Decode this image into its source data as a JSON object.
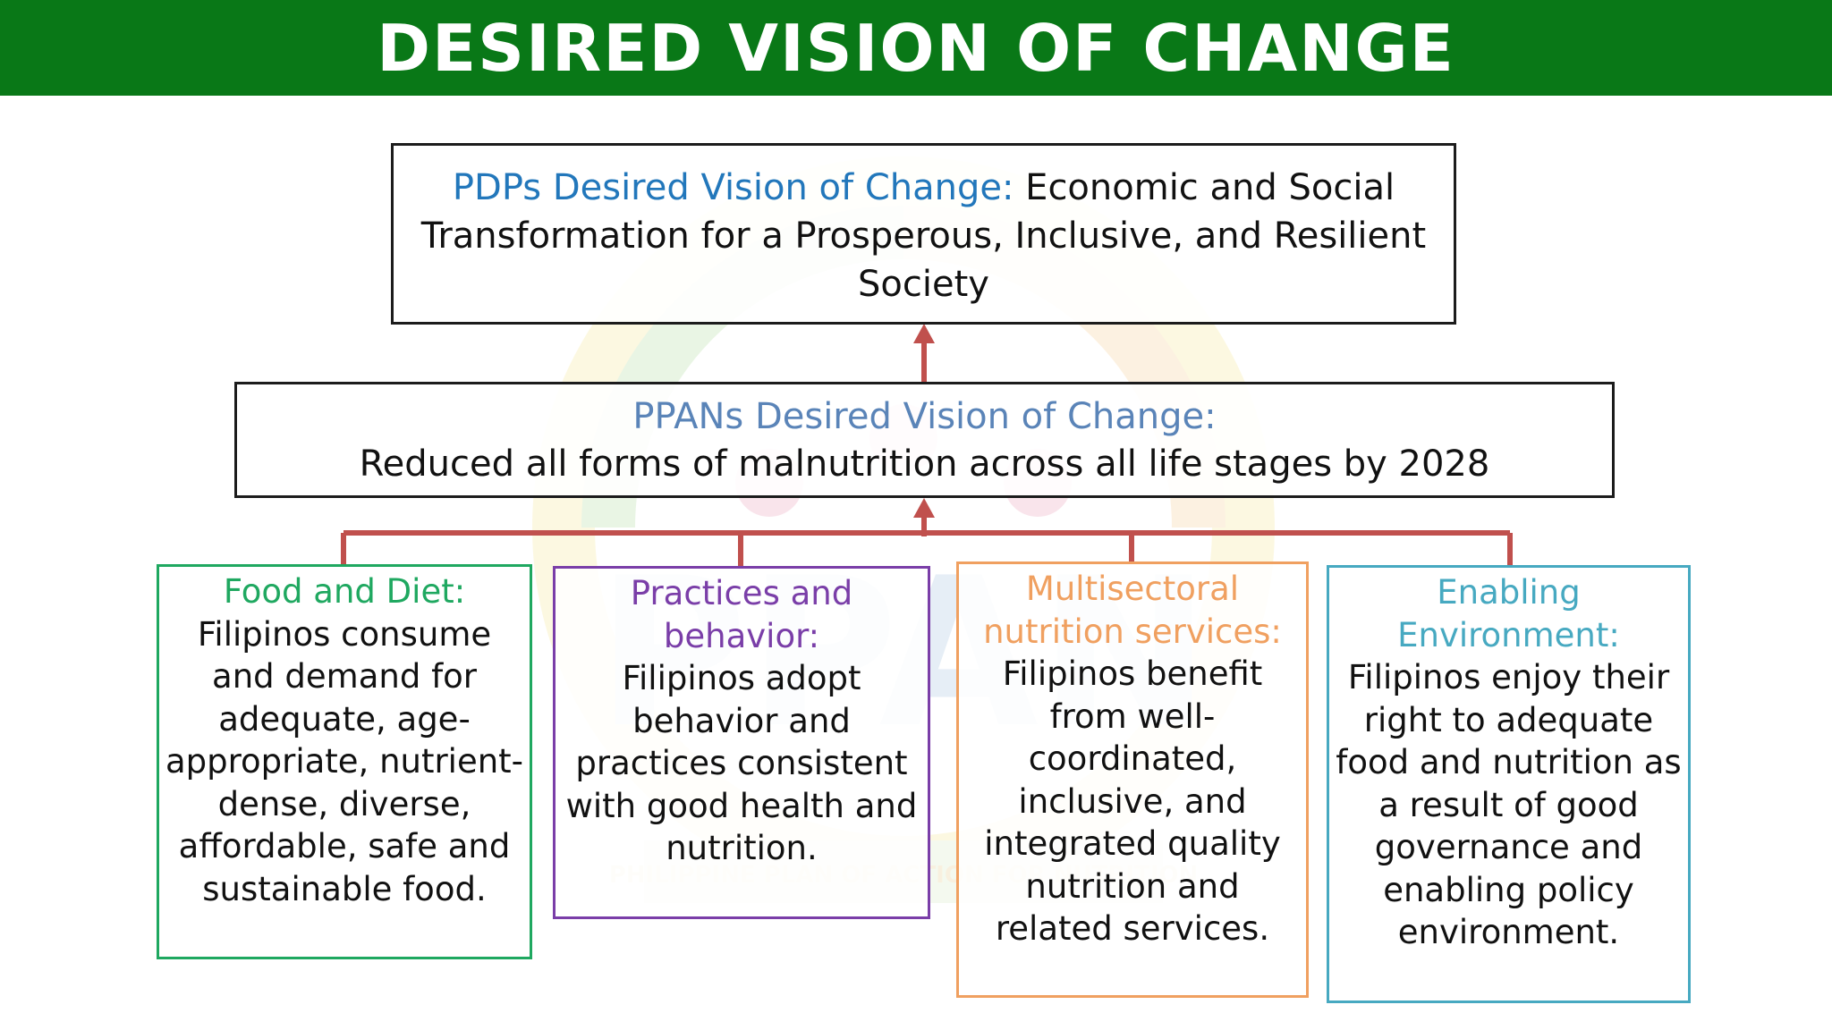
{
  "header": {
    "title": "DESIRED VISION OF CHANGE",
    "background_color": "#097817"
  },
  "top_box": {
    "lead": "PDPs Desired Vision of Change:",
    "text": " Economic and Social Transformation for a Prosperous, Inclusive, and Resilient Society"
  },
  "middle_box": {
    "lead": "PPANs Desired Vision of Change:",
    "text": "Reduced all forms of malnutrition across all life stages by 2028"
  },
  "cards": [
    {
      "title": "Food and Diet:",
      "body": "Filipinos consume and demand for adequate, age-appropriate, nutrient-dense, diverse, affordable, safe and sustainable food.",
      "color": "#1fa860"
    },
    {
      "title": "Practices and behavior:",
      "body": "Filipinos adopt behavior and practices consistent with good health and nutrition.",
      "color": "#7a3ea8"
    },
    {
      "title": "Multisectoral nutrition services:",
      "body": "Filipinos benefit from well-coordinated, inclusive, and integrated quality nutrition and related services.",
      "color": "#f0a060"
    },
    {
      "title": "Enabling Environment:",
      "body": "Filipinos enjoy their right to adequate food and nutrition as a result of good governance and enabling policy environment.",
      "color": "#47a9c1"
    }
  ],
  "connector_color": "#c0504d",
  "watermark": {
    "logo_text": "PPAN",
    "subtitle": "PHILIPPINE PLAN OF ACTION FOR NUTRITION"
  }
}
